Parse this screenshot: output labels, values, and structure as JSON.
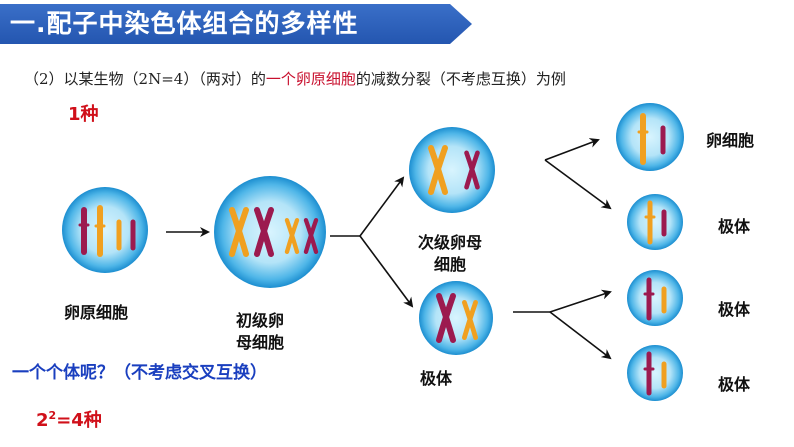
{
  "banner": {
    "title": "一.配子中染色体组合的多样性"
  },
  "subtitle": {
    "prefix": "（2）以某生物（2N=4）（两对）的",
    "highlight": "一个卵原细胞",
    "suffix": "的减数分裂（不考虑互换）为例"
  },
  "result_one": "1种",
  "labels": {
    "oogonium": "卵原细胞",
    "primary_line1": "初级卵",
    "primary_line2": "母细胞",
    "secondary_line1": "次级卵母",
    "secondary_line2": "细胞",
    "polar_body_left": "极体",
    "egg_cell": "卵细胞",
    "polar_body_1": "极体",
    "polar_body_2": "极体",
    "polar_body_3": "极体"
  },
  "question": "一个个体呢？（不考虑交叉互换）",
  "result_individual": {
    "base": "2",
    "exponent": "2",
    "rest": "=4种"
  },
  "colors": {
    "banner": "#2456b0",
    "orange_chromosome": "#f0a020",
    "maroon_chromosome": "#9c1a4f",
    "cell_center": "#c4ecfb",
    "cell_edge": "#1c9ad6",
    "highlight_red": "#d0101a",
    "question_blue": "#1a3fbf"
  }
}
